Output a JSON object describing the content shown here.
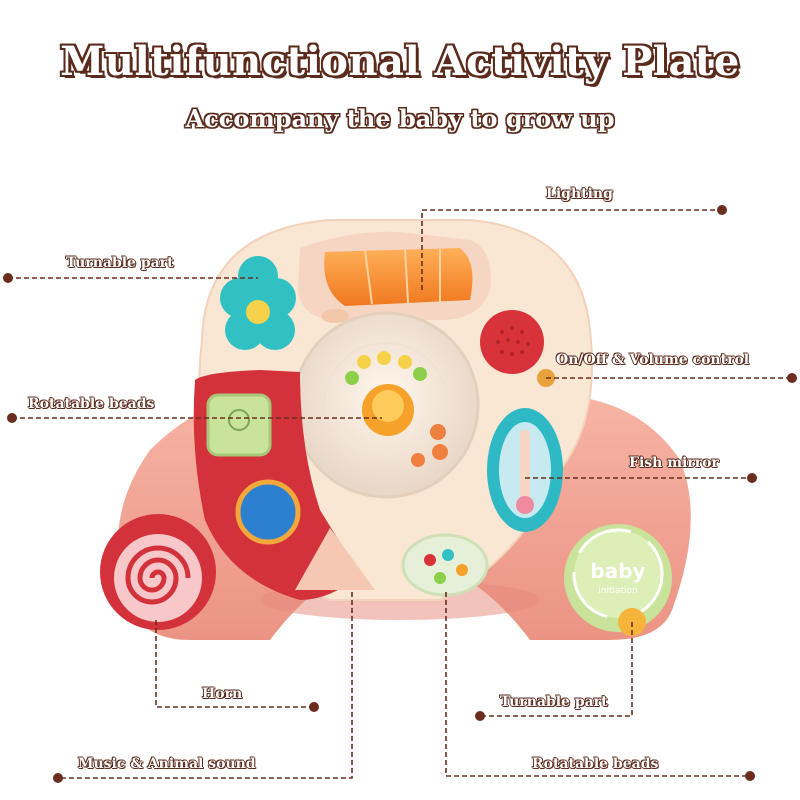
{
  "header": {
    "title": "Multifunctional Activity Plate",
    "subtitle": "Accompany the baby to grow up"
  },
  "callouts": {
    "lighting": "Lighting",
    "turnable_part_top": "Turnable part",
    "rotatable_beads_left": "Rotatable beads",
    "on_off_volume": "On/Off  & Volume control",
    "fish_mirror": "Fish mirror",
    "horn": "Horn",
    "turnable_part_bottom": "Turnable part",
    "music_animal_sound": "Music & Animal sound",
    "rotatable_beads_bottom": "Rotatable beads"
  },
  "toy": {
    "baby_logo_text": "baby",
    "baby_logo_subtext": "initiation"
  },
  "colors": {
    "outline": "#5a2b1c",
    "leader_line": "#6b2d1e",
    "base_pink": "#f4a79a",
    "plate_cream": "#f9e6d3",
    "red_panel": "#d3323a",
    "lighting_orange": "#f38a2c"
  }
}
